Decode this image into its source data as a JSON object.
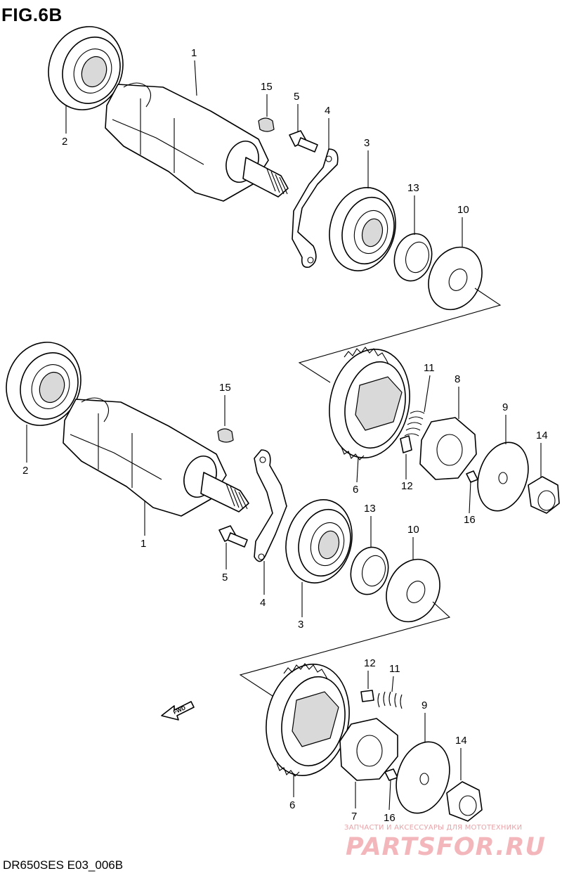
{
  "figure": {
    "title": "FIG.6B",
    "footer_code": "DR650SES E03_006B"
  },
  "watermark": {
    "line1": "ЗАПЧАСТИ И АКСЕССУАРЫ ДЛЯ МОТОТЕХНИКИ",
    "line2": "PARTSFOR.RU"
  },
  "fwd_label": "FWD",
  "callouts_upper": {
    "c1": "1",
    "c2": "2",
    "c3": "3",
    "c4": "4",
    "c5": "5",
    "c15": "15",
    "c13": "13",
    "c10": "10"
  },
  "callouts_middle": {
    "c6": "6",
    "c11": "11",
    "c8": "8",
    "c9": "9",
    "c14": "14",
    "c12": "12",
    "c16": "16"
  },
  "callouts_lower": {
    "c2": "2",
    "c15": "15",
    "c1": "1",
    "c5": "5",
    "c4": "4",
    "c3": "3",
    "c13": "13",
    "c10": "10"
  },
  "callouts_bottom": {
    "c12": "12",
    "c11": "11",
    "c9": "9",
    "c14": "14",
    "c6": "6",
    "c7": "7",
    "c16": "16"
  }
}
